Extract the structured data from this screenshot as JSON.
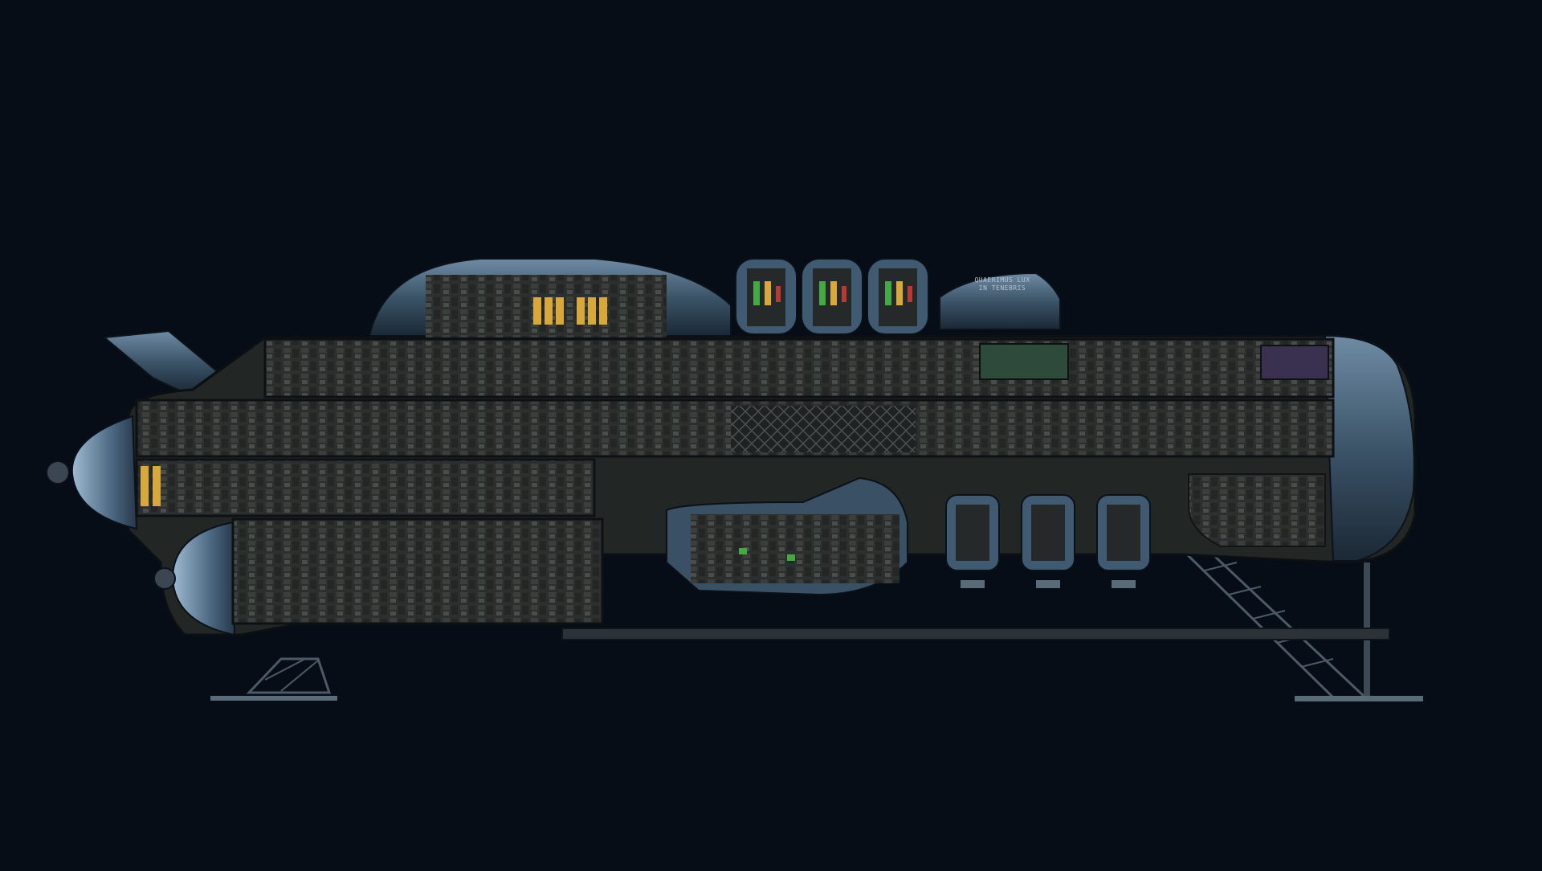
{
  "scene": {
    "background_color": "#070d16",
    "subject": "submarine-cross-section",
    "hull_inscription": {
      "line1": "QUAERIMUS LUX",
      "line2": "IN TENEBRIS"
    }
  },
  "colors": {
    "hull": "#3c5468",
    "hull_light": "#6b8aa6",
    "hull_dark": "#1c2936",
    "interior": "#2a2d2c",
    "frame": "#0f1214",
    "accent_yellow": "#d8a93a",
    "accent_green": "#44a845",
    "accent_red": "#b63a32"
  },
  "icons": {
    "top_pods": "escape-pod-icon",
    "bottom_pods": "drone-bay-icon",
    "docked_shuttle": "shuttle-icon"
  }
}
